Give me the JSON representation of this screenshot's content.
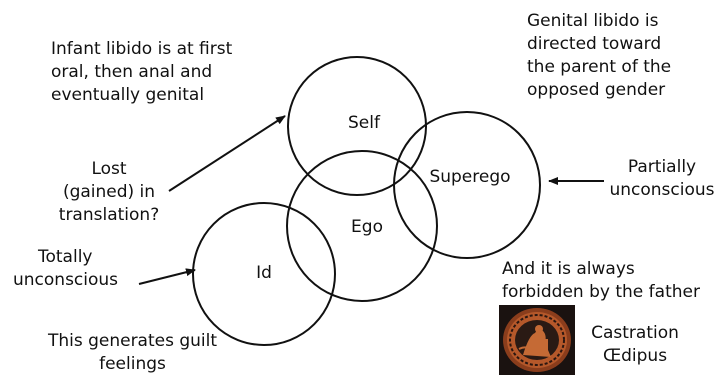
{
  "circles": {
    "self": "Self",
    "superego": "Superego",
    "ego": "Ego",
    "id": "Id"
  },
  "annotations": {
    "infant_libido": [
      "Infant libido is at first",
      "oral, then anal and",
      "eventually genital"
    ],
    "genital_libido": [
      "Genital libido is",
      "directed toward",
      "the parent of the",
      "opposed gender"
    ],
    "lost_in_translation": [
      "Lost",
      "(gained) in",
      "translation?"
    ],
    "partially_unconscious": [
      "Partially",
      "unconscious"
    ],
    "totally_unconscious": [
      "Totally",
      "unconscious"
    ],
    "forbidden": [
      "And it is always",
      "forbidden by the father"
    ],
    "guilt": [
      "This generates guilt",
      "feelings"
    ],
    "castration_oedipus": [
      "Castration",
      "Œdipus"
    ]
  },
  "colors": {
    "line": "#111111",
    "background": "#ffffff"
  },
  "image": {
    "icon": "greek-vase-painting"
  }
}
